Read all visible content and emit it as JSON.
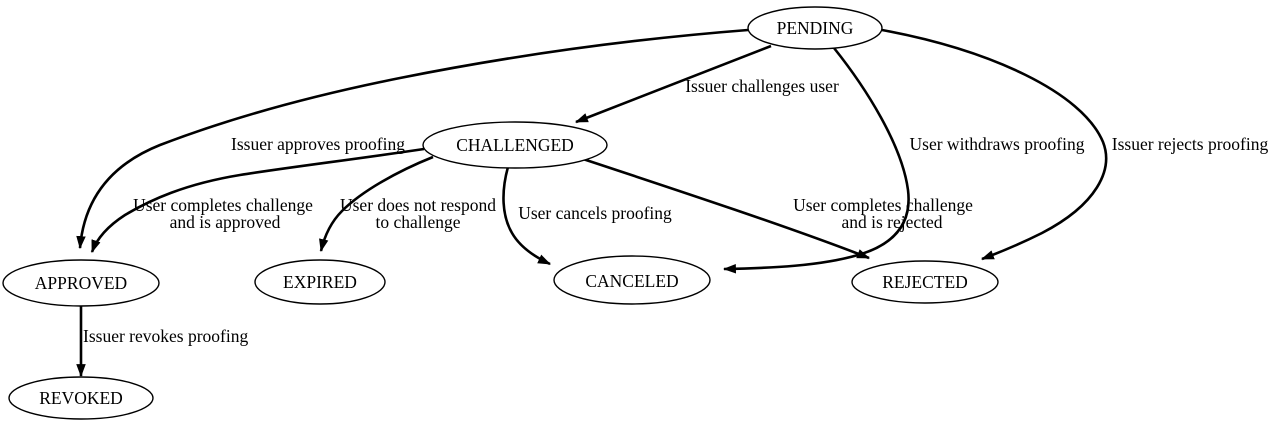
{
  "diagram": {
    "type": "state-transition-graph",
    "colors": {
      "background": "#ffffff",
      "node_fill": "#ffffff",
      "node_stroke": "#000000",
      "edge_stroke": "#000000",
      "text": "#000000"
    },
    "nodes": [
      {
        "id": "pending",
        "label": "PENDING"
      },
      {
        "id": "challenged",
        "label": "CHALLENGED"
      },
      {
        "id": "approved",
        "label": "APPROVED"
      },
      {
        "id": "expired",
        "label": "EXPIRED"
      },
      {
        "id": "canceled",
        "label": "CANCELED"
      },
      {
        "id": "rejected",
        "label": "REJECTED"
      },
      {
        "id": "revoked",
        "label": "REVOKED"
      }
    ],
    "edges": [
      {
        "from": "PENDING",
        "to": "CHALLENGED",
        "lines": [
          "Issuer challenges user"
        ]
      },
      {
        "from": "PENDING",
        "to": "APPROVED",
        "lines": [
          "Issuer approves proofing"
        ]
      },
      {
        "from": "CHALLENGED",
        "to": "APPROVED",
        "lines": [
          "User completes challenge",
          "and is approved"
        ]
      },
      {
        "from": "CHALLENGED",
        "to": "EXPIRED",
        "lines": [
          "User does not respond",
          "to challenge"
        ]
      },
      {
        "from": "CHALLENGED",
        "to": "CANCELED",
        "lines": [
          "User cancels proofing"
        ]
      },
      {
        "from": "CHALLENGED",
        "to": "REJECTED",
        "lines": [
          "User completes challenge",
          "and is rejected"
        ]
      },
      {
        "from": "PENDING",
        "to": "CANCELED",
        "lines": [
          "User withdraws proofing"
        ]
      },
      {
        "from": "PENDING",
        "to": "REJECTED",
        "lines": [
          "Issuer rejects proofing"
        ]
      },
      {
        "from": "APPROVED",
        "to": "REVOKED",
        "lines": [
          "Issuer revokes proofing"
        ]
      }
    ]
  }
}
